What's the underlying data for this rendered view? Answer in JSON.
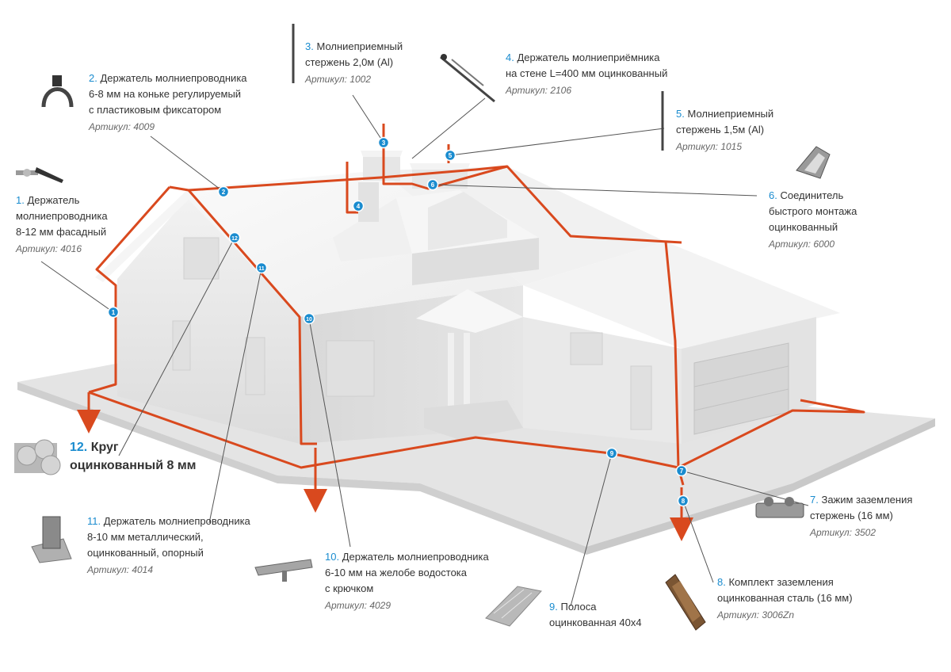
{
  "colors": {
    "conductor": "#d9491e",
    "marker": "#1a8ccf",
    "house": "#ececec",
    "roof": "#f7f7f7",
    "ground": "#e2e2e2"
  },
  "items": [
    {
      "num": "1.",
      "lines": [
        "Держатель",
        "молниепроводника",
        " 8-12 мм фасадный"
      ],
      "article": "Артикул: 4016",
      "marker": "1",
      "icon": "facade-holder-icon"
    },
    {
      "num": "2.",
      "lines": [
        "Держатель молниепроводника",
        "6-8 мм на коньке регулируемый",
        "с пластиковым фиксатором"
      ],
      "article": "Артикул: 4009",
      "marker": "2",
      "icon": "ridge-holder-icon"
    },
    {
      "num": "3.",
      "lines": [
        "Молниеприемный",
        "стержень 2,0м (Al)"
      ],
      "article": "Артикул: 1002",
      "marker": "3",
      "icon": "rod-2m-icon"
    },
    {
      "num": "4.",
      "lines": [
        "Держатель молниеприёмника",
        "на стене L=400 мм оцинкованный"
      ],
      "article": "Артикул: 2106",
      "marker": "4",
      "icon": "wall-rod-holder-icon"
    },
    {
      "num": "5.",
      "lines": [
        "Молниеприемный",
        "стержень 1,5м (Al)"
      ],
      "article": "Артикул: 1015",
      "marker": "5",
      "icon": "rod-1-5m-icon"
    },
    {
      "num": "6.",
      "lines": [
        "Соединитель",
        "быстрого монтажа",
        "оцинкованный"
      ],
      "article": "Артикул: 6000",
      "marker": "6",
      "icon": "quick-connector-icon"
    },
    {
      "num": "7.",
      "lines": [
        "Зажим заземления",
        "стержень (16 мм)"
      ],
      "article": "Артикул: 3502",
      "marker": "7",
      "icon": "ground-clamp-icon"
    },
    {
      "num": "8.",
      "lines": [
        "Комплект заземления",
        "оцинкованная сталь (16 мм)"
      ],
      "article": "Артикул: 3006Zn",
      "marker": "8",
      "icon": "grounding-kit-icon"
    },
    {
      "num": "9.",
      "lines": [
        "Полоса",
        "оцинкованная 40x4"
      ],
      "article": "",
      "marker": "9",
      "icon": "steel-strip-icon"
    },
    {
      "num": "10.",
      "lines": [
        "Держатель молниепроводника",
        "6-10 мм на желобе водостока",
        " с крючком"
      ],
      "article": "Артикул: 4029",
      "marker": "10",
      "icon": "gutter-holder-icon"
    },
    {
      "num": "11.",
      "lines": [
        "Держатель молниепроводника",
        "8-10 мм металлический,",
        " оцинкованный, опорный"
      ],
      "article": "Артикул: 4014",
      "marker": "11",
      "icon": "support-holder-icon"
    },
    {
      "num": "12.",
      "lines": [
        "Круг",
        "оцинкованный 8 мм"
      ],
      "article": "",
      "marker": "12",
      "icon": "round-wire-icon"
    }
  ]
}
